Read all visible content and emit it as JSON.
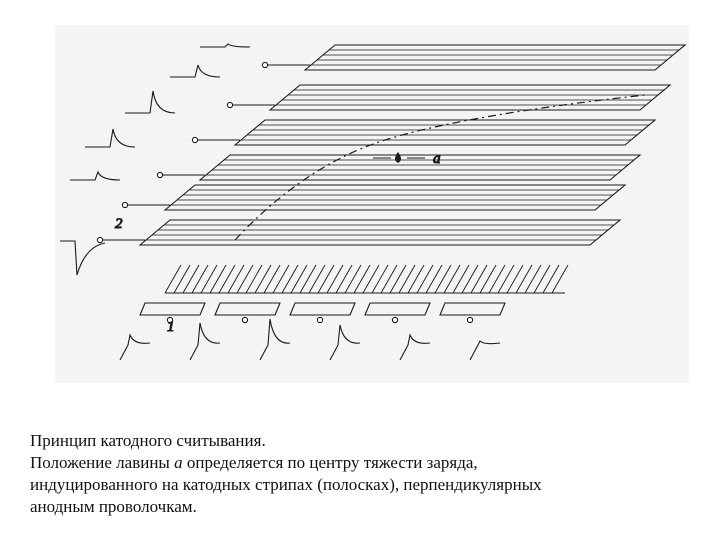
{
  "diagram": {
    "labels": {
      "avalanche": "a",
      "cathode_label": "2",
      "anode_label": "1"
    }
  },
  "caption": {
    "line1": "Принцип катодного считывания.",
    "line2_pre": "Положение лавины ",
    "line2_var": "a",
    "line2_post": " определяется по центру тяжести заряда,",
    "line3": "индуцированного на катодных стрипах (полосках), перпендикулярных",
    "line4": "анодным проволочкам."
  }
}
